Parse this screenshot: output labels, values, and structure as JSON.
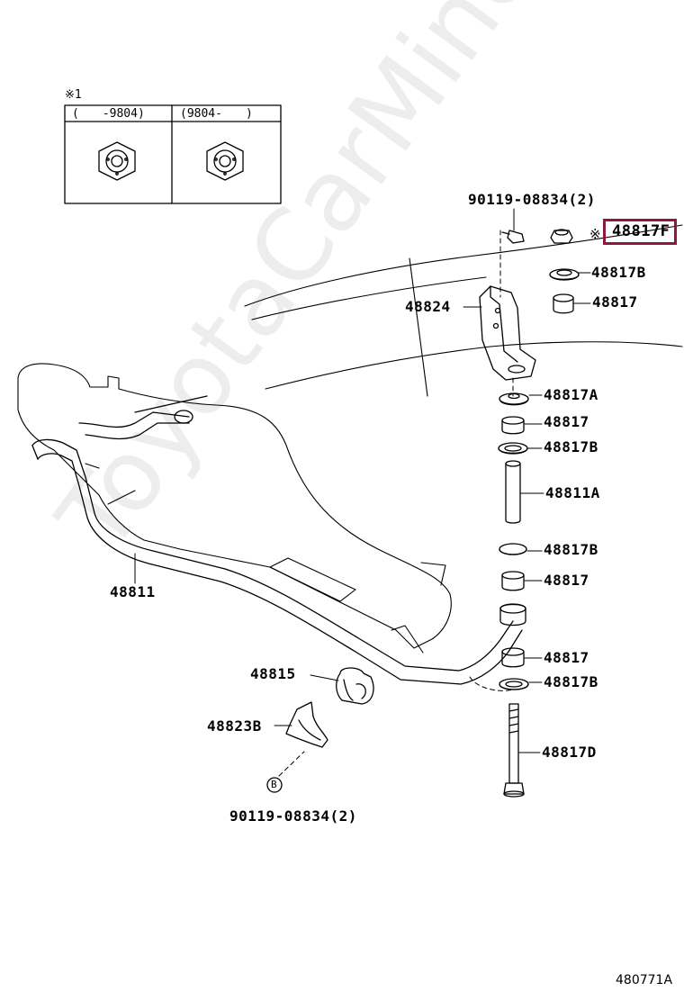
{
  "inset": {
    "note": "※1",
    "col_left": "(　　-9804)",
    "col_right": "(9804-　　)"
  },
  "labels": {
    "bolt_top": "90119-08834(2)",
    "nut_mark": "※",
    "nut": "48817F",
    "retainer_top": "48817B",
    "cushion_top": "48817",
    "bracket": "48824",
    "retainer_a": "48817A",
    "cushion_2": "48817",
    "retainer_b2": "48817B",
    "collar": "48811A",
    "retainer_b3": "48817B",
    "cushion_3": "48817",
    "stabilizer_bar": "48811",
    "cushion_4": "48817",
    "retainer_b4": "48817B",
    "bushing": "48815",
    "bolt_d": "48817D",
    "bracket_b": "48823B",
    "circle_b": "B",
    "bolt_bottom": "90119-08834(2)",
    "figure_id": "480771A"
  },
  "highlight_color": "#8b1a3a",
  "watermark": "ToyotaCarMine.ru"
}
